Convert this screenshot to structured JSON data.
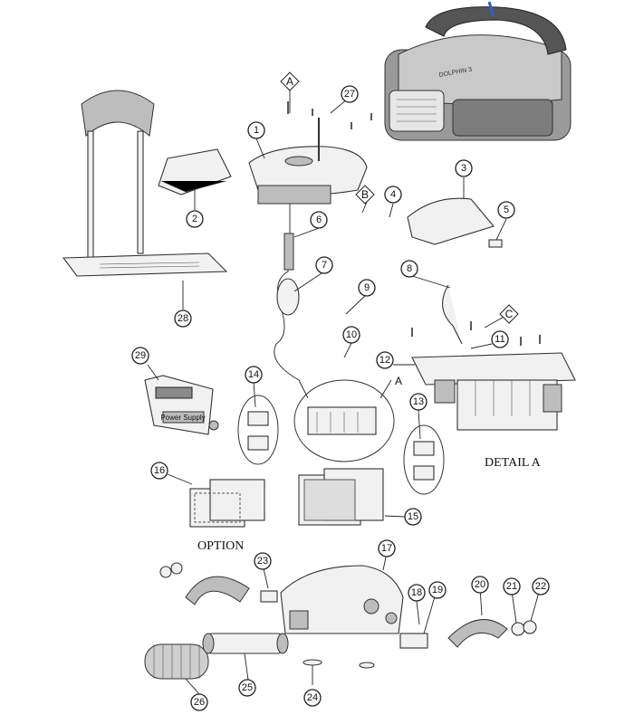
{
  "callouts": {
    "n1": "1",
    "n2": "2",
    "n3": "3",
    "n4": "4",
    "n5": "5",
    "n6": "6",
    "n7": "7",
    "n8": "8",
    "n9": "9",
    "n10": "10",
    "n11": "11",
    "n12": "12",
    "n13": "13",
    "n14": "14",
    "n15": "15",
    "n16": "16",
    "n17": "17",
    "n18": "18",
    "n19": "19",
    "n20": "20",
    "n21": "21",
    "n22": "22",
    "n23": "23",
    "n24": "24",
    "n25": "25",
    "n26": "26",
    "n27": "27",
    "n28": "28",
    "n29": "29"
  },
  "letters": {
    "a_top": "A",
    "b": "B",
    "c": "C",
    "a_detail": "A"
  },
  "captions": {
    "detail": "DETAIL A",
    "option": "OPTION"
  },
  "product": {
    "brand": "DOLPHIN 3"
  },
  "power_supply": {
    "label": "Power Supply"
  }
}
